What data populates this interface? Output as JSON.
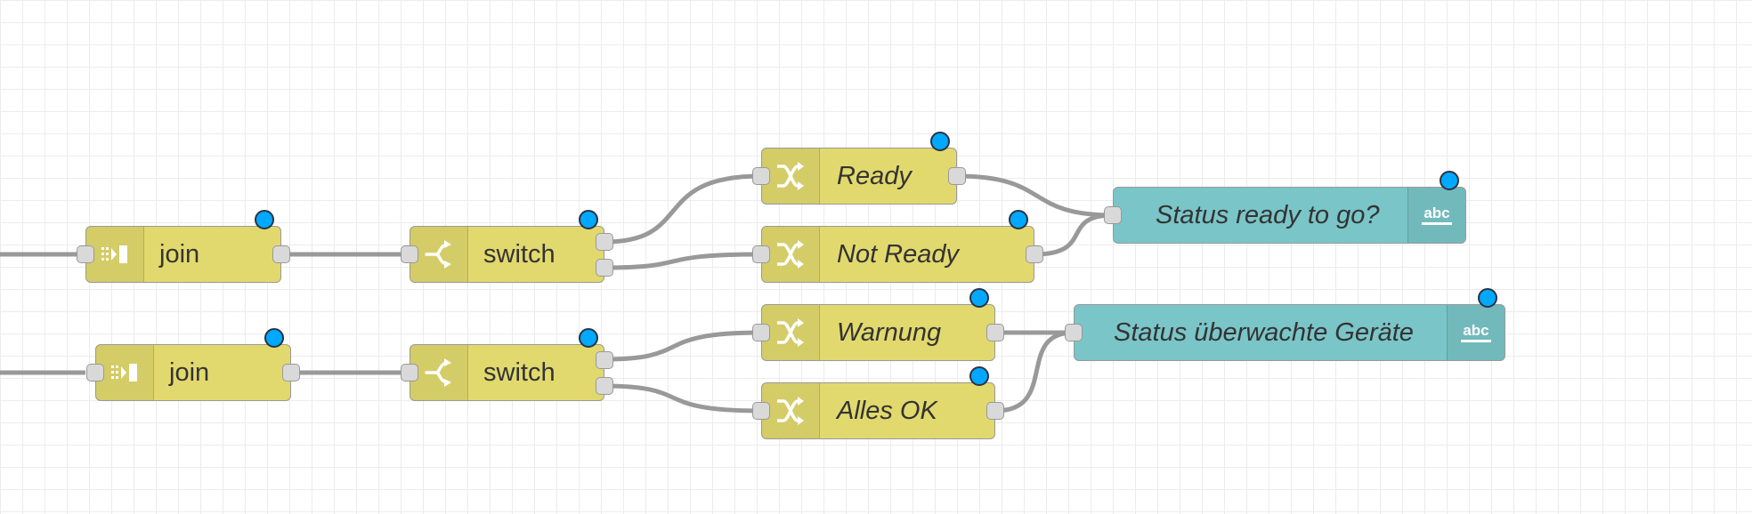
{
  "colors": {
    "grid": "#ececec",
    "wire": "#999999",
    "function_node": "#e2d96e",
    "dashboard_node": "#7ac5c8",
    "status_dot": "#00a8ff"
  },
  "nodes": {
    "join_1": {
      "label": "join",
      "type": "join",
      "icon": "join-icon"
    },
    "join_2": {
      "label": "join",
      "type": "join",
      "icon": "join-icon"
    },
    "switch_1": {
      "label": "switch",
      "type": "switch",
      "icon": "switch-icon"
    },
    "switch_2": {
      "label": "switch",
      "type": "switch",
      "icon": "switch-icon"
    },
    "change_ready": {
      "label": "Ready",
      "type": "change",
      "icon": "change-icon"
    },
    "change_not_ready": {
      "label": "Not Ready",
      "type": "change",
      "icon": "change-icon"
    },
    "change_warnung": {
      "label": "Warnung",
      "type": "change",
      "icon": "change-icon"
    },
    "change_alles_ok": {
      "label": "Alles OK",
      "type": "change",
      "icon": "change-icon"
    },
    "text_status_ready": {
      "label": "Status ready to go?",
      "type": "ui_text",
      "icon": "abc-text-icon"
    },
    "text_status_geraete": {
      "label": "Status überwachte Geräte",
      "type": "ui_text",
      "icon": "abc-text-icon"
    }
  },
  "icon_text": {
    "abc": "abc"
  }
}
